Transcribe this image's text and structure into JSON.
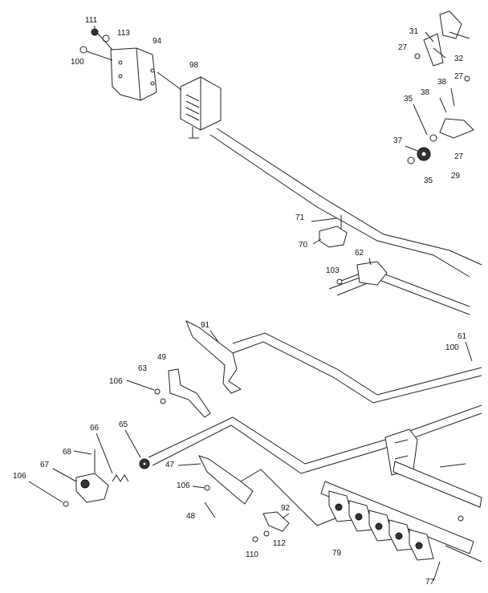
{
  "labels": {
    "l111": "111",
    "l113": "113",
    "l94": "94",
    "l100a": "100",
    "l98": "98",
    "l31": "31",
    "l27a": "27",
    "l32": "32",
    "l27b": "27",
    "l38a": "38",
    "l38b": "38",
    "l35a": "35",
    "l37": "37",
    "l27c": "27",
    "l35b": "35",
    "l29": "29",
    "l71": "71",
    "l70": "70",
    "l62": "62",
    "l103": "103",
    "l91": "91",
    "l61": "61",
    "l100b": "100",
    "l49": "49",
    "l63": "63",
    "l106a": "106",
    "l66": "66",
    "l65": "65",
    "l68": "68",
    "l67": "67",
    "l106b": "106",
    "l47": "47",
    "l106c": "106",
    "l48": "48",
    "l92": "92",
    "l110": "110",
    "l112": "112",
    "l79": "79",
    "l77": "77"
  }
}
